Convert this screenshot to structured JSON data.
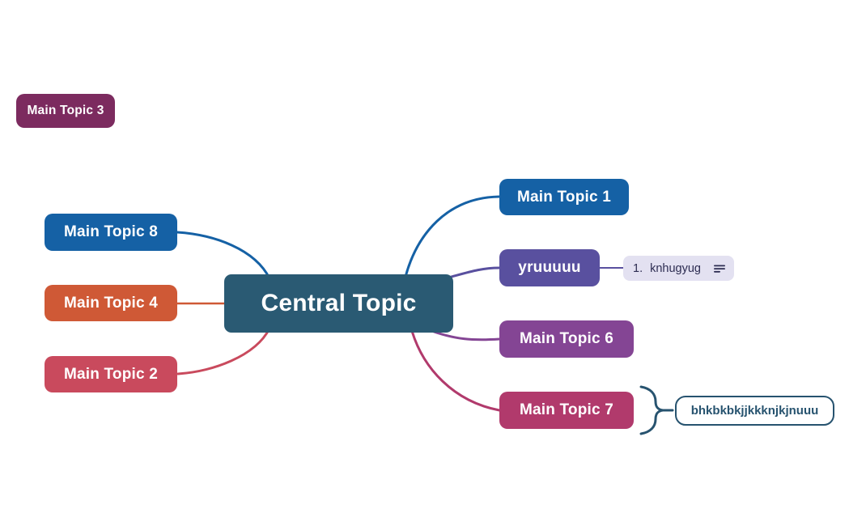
{
  "canvas": {
    "background": "#FFFFFF"
  },
  "nodes": {
    "central": {
      "label": "Central Topic",
      "color": "#2A5A73",
      "text_color": "#FFFFFF"
    },
    "mt1": {
      "label": "Main Topic 1",
      "color": "#1561A5",
      "text_color": "#FFFFFF"
    },
    "mt2": {
      "label": "Main Topic 2",
      "color": "#C94A5D",
      "text_color": "#FFFFFF"
    },
    "mt3": {
      "label": "Main Topic 3",
      "color": "#7C2B5F",
      "text_color": "#FFFFFF"
    },
    "mt4": {
      "label": "Main Topic 4",
      "color": "#CF5936",
      "text_color": "#FFFFFF"
    },
    "mt6": {
      "label": "Main Topic 6",
      "color": "#844594",
      "text_color": "#FFFFFF"
    },
    "mt7": {
      "label": "Main Topic 7",
      "color": "#B13A6C",
      "text_color": "#FFFFFF"
    },
    "mt8": {
      "label": "Main Topic 8",
      "color": "#1561A5",
      "text_color": "#FFFFFF"
    },
    "yru": {
      "label": "yruuuuu",
      "color": "#59509F",
      "text_color": "#FFFFFF"
    }
  },
  "note": {
    "number": "1.",
    "text": "knhugyug",
    "bg": "#E3E1F1",
    "text_color": "#2D2D52",
    "icon": "notes-lines-icon"
  },
  "summary": {
    "label": "bhkbkbkjjkkknjkjnuuu",
    "color": "#27536F"
  }
}
